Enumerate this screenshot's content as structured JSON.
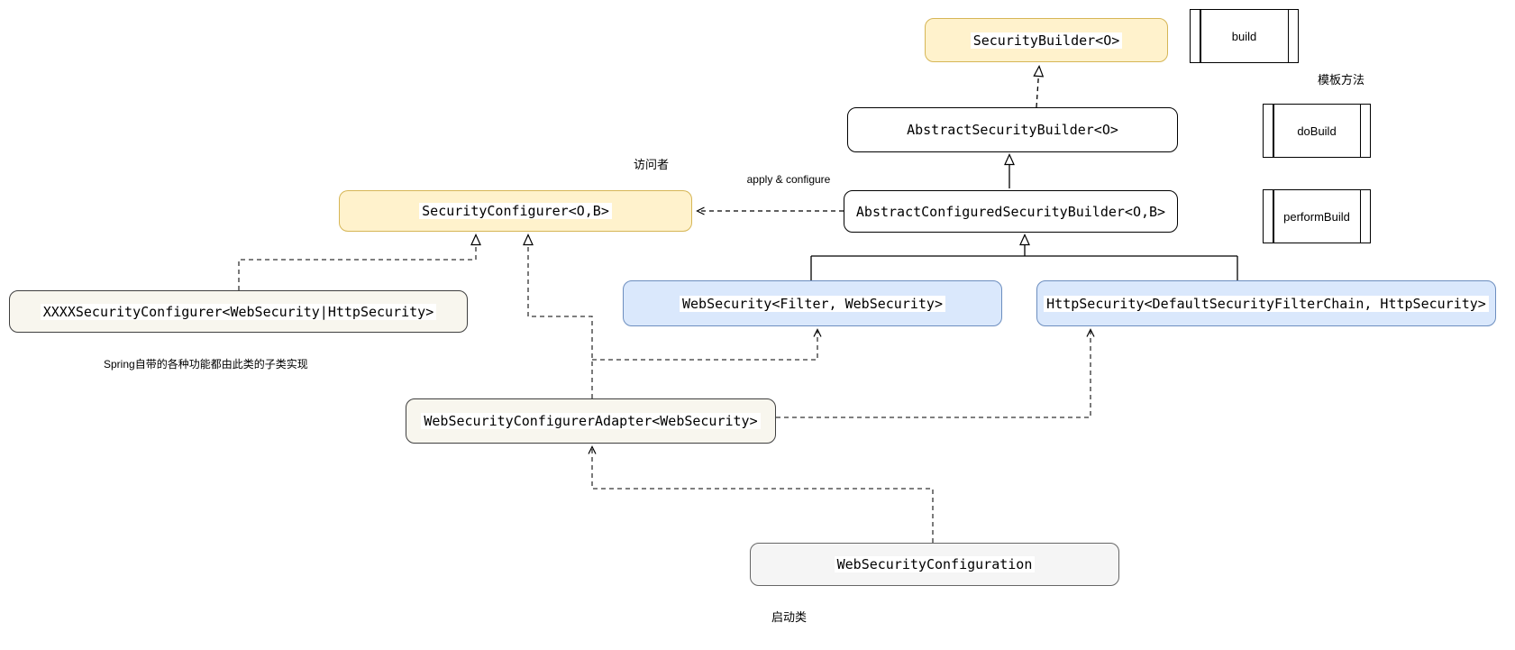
{
  "diagram_title": "Spring Security builder class diagram",
  "nodes": {
    "security_builder": {
      "label": "SecurityBuilder<O>",
      "fill": "#fff2cc",
      "border": "#d6b656"
    },
    "abstract_security_builder": {
      "label": "AbstractSecurityBuilder<O>",
      "fill": "#ffffff",
      "border": "#000000"
    },
    "abstract_configured_security_builder": {
      "label": "AbstractConfiguredSecurityBuilder<O,B>",
      "fill": "#ffffff",
      "border": "#000000"
    },
    "security_configurer": {
      "label": "SecurityConfigurer<O,B>",
      "fill": "#fff2cc",
      "border": "#d6b656"
    },
    "xxxx_security_configurer": {
      "label": "XXXXSecurityConfigurer<WebSecurity|HttpSecurity>",
      "fill": "#f8f6ee",
      "border": "#3f3f3f"
    },
    "web_security": {
      "label": "WebSecurity<Filter, WebSecurity>",
      "fill": "#dae8fc",
      "border": "#6c8ebf"
    },
    "http_security": {
      "label": "HttpSecurity<DefaultSecurityFilterChain, HttpSecurity>",
      "fill": "#dae8fc",
      "border": "#6c8ebf"
    },
    "web_security_configurer_adapter": {
      "label": "WebSecurityConfigurerAdapter<WebSecurity>",
      "fill": "#f8f6ee",
      "border": "#3f3f3f"
    },
    "web_security_configuration": {
      "label": "WebSecurityConfiguration",
      "fill": "#f5f5f5",
      "border": "#666666"
    }
  },
  "methods": {
    "build": {
      "label": "build"
    },
    "do_build": {
      "label": "doBuild"
    },
    "perform_build": {
      "label": "performBuild"
    }
  },
  "annotations": {
    "template_method": "模板方法",
    "visitor": "访问者",
    "apply_configure": "apply & configure",
    "spring_note": "Spring自带的各种功能都由此类的子类实现",
    "startup_class": "启动类"
  }
}
